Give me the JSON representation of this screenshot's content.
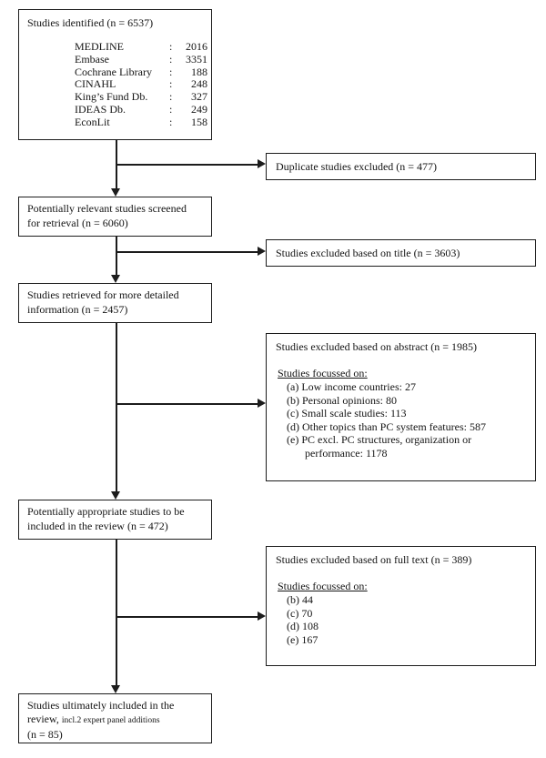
{
  "punct": {
    "colon": ":"
  },
  "flow": {
    "identified": {
      "title": "Studies identified (n = 6537)",
      "sources": [
        {
          "name": "MEDLINE",
          "count": "2016"
        },
        {
          "name": "Embase",
          "count": "3351"
        },
        {
          "name": "Cochrane Library",
          "count": "188"
        },
        {
          "name": "CINAHL",
          "count": "248"
        },
        {
          "name": "King’s Fund Db.",
          "count": "327"
        },
        {
          "name": "IDEAS Db.",
          "count": "249"
        },
        {
          "name": "EconLit",
          "count": "158"
        }
      ]
    },
    "duplicates": {
      "label": "Duplicate studies excluded (n = 477)"
    },
    "screened": {
      "line1": "Potentially relevant studies screened",
      "line2": "for retrieval (n = 6060)"
    },
    "title_excluded": {
      "label": "Studies excluded based on title (n = 3603)"
    },
    "retrieved": {
      "line1": "Studies retrieved for more detailed",
      "line2": "information (n = 2457)"
    },
    "abstract_excluded": {
      "title": "Studies excluded based on abstract (n = 1985)",
      "subheading": "Studies focussed on:",
      "items": [
        "(a) Low income countries: 27",
        "(b) Personal opinions: 80",
        "(c) Small scale studies: 113",
        "(d) Other topics than PC system features: 587",
        "(e) PC excl. PC structures, organization or",
        "performance: 1178"
      ]
    },
    "appropriate": {
      "line1": "Potentially appropriate studies to be",
      "line2": "included in the review (n = 472)"
    },
    "fulltext_excluded": {
      "title": "Studies excluded based on full text (n = 389)",
      "subheading": "Studies focussed on:",
      "items": [
        "(b) 44",
        "(c) 70",
        "(d) 108",
        "(e) 167"
      ]
    },
    "included": {
      "line1": "Studies ultimately included in the",
      "line2_main": "review,",
      "line2_note": "incl.2 expert panel additions",
      "line3": "(n = 85)"
    }
  }
}
